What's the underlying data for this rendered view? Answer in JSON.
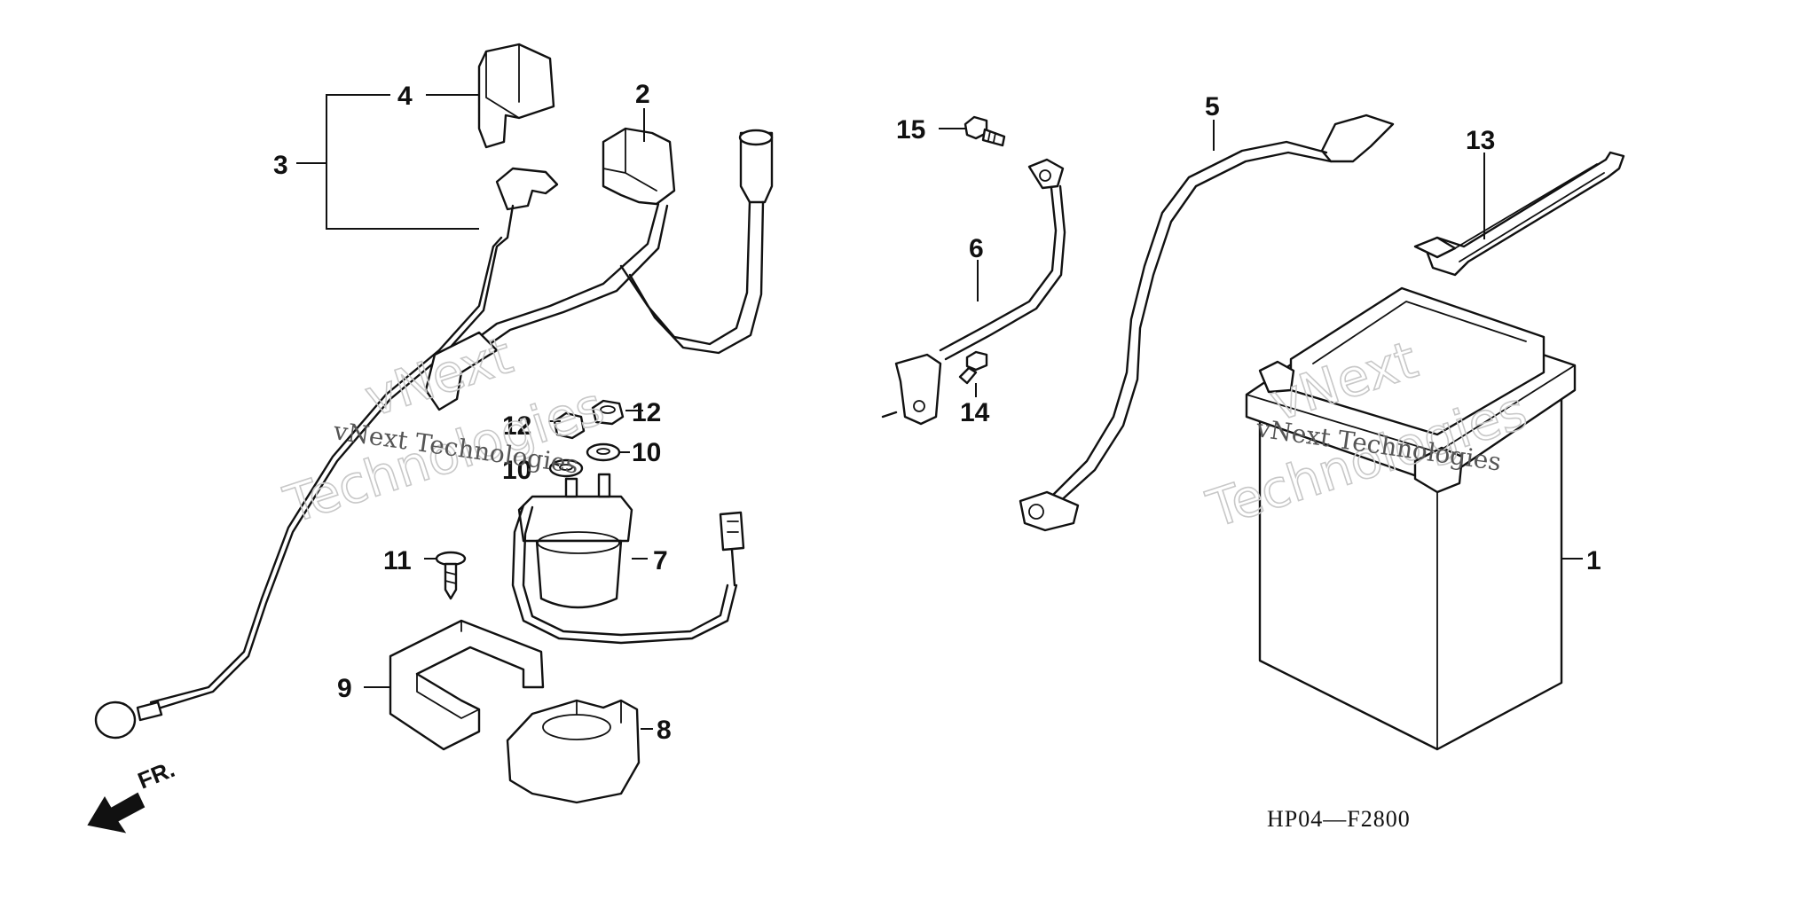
{
  "diagram_code": "HP04—F2800",
  "front_indicator": "FR.",
  "watermark": {
    "brand_top": "vNext",
    "brand_bottom": "Technologies",
    "brand_line": "vNext Technologies"
  },
  "callouts": {
    "c1": "1",
    "c2": "2",
    "c3": "3",
    "c4": "4",
    "c5": "5",
    "c6": "6",
    "c7": "7",
    "c8": "8",
    "c9": "9",
    "c10a": "10",
    "c10b": "10",
    "c11": "11",
    "c12a": "12",
    "c12b": "12",
    "c13": "13",
    "c14": "14",
    "c15": "15"
  }
}
